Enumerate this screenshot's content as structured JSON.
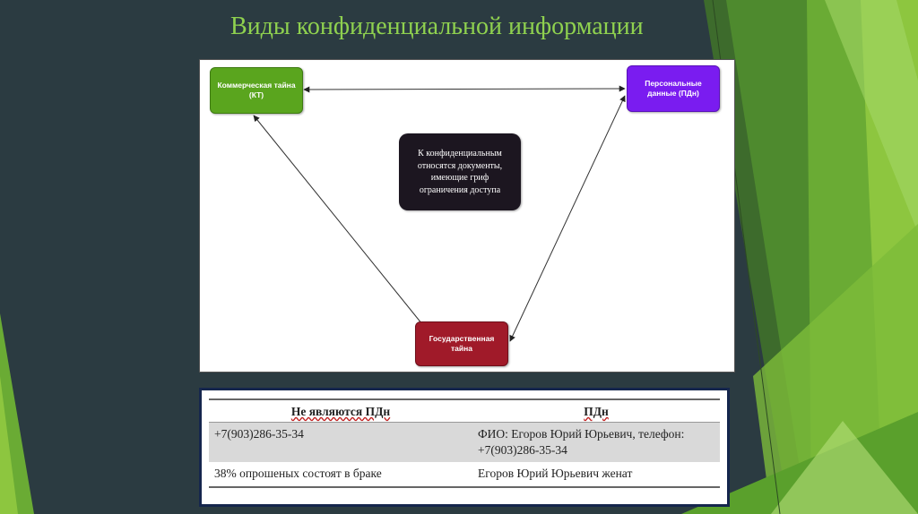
{
  "slide": {
    "title": "Виды конфиденциальной информации"
  },
  "diagram": {
    "nodes": {
      "kt": "Коммерческая тайна (КТ)",
      "pd": "Персональные данные (ПДн)",
      "gt": "Государственная тайна",
      "note": "К конфиденциальным относятся документы, имеющие гриф ограничения доступа"
    },
    "colors": {
      "kt": "#5aa51e",
      "pd": "#7a1cf0",
      "gt": "#a01a29",
      "note": "#1c1620"
    }
  },
  "table": {
    "headers": [
      "Не являются ПДн",
      "ПДн"
    ],
    "rows": [
      [
        "+7(903)286-35-34",
        "ФИО: Егоров Юрий Юрьевич, телефон: +7(903)286-35-34"
      ],
      [
        "38% опрошеных состоят в браке",
        "Егоров Юрий Юрьевич женат"
      ]
    ]
  },
  "theme": {
    "background": "#2b3b41",
    "title_color": "#8fd14f",
    "accent_greens": [
      "#8dc63f",
      "#5aa02c",
      "#3c7a28",
      "#a6d96a"
    ]
  }
}
